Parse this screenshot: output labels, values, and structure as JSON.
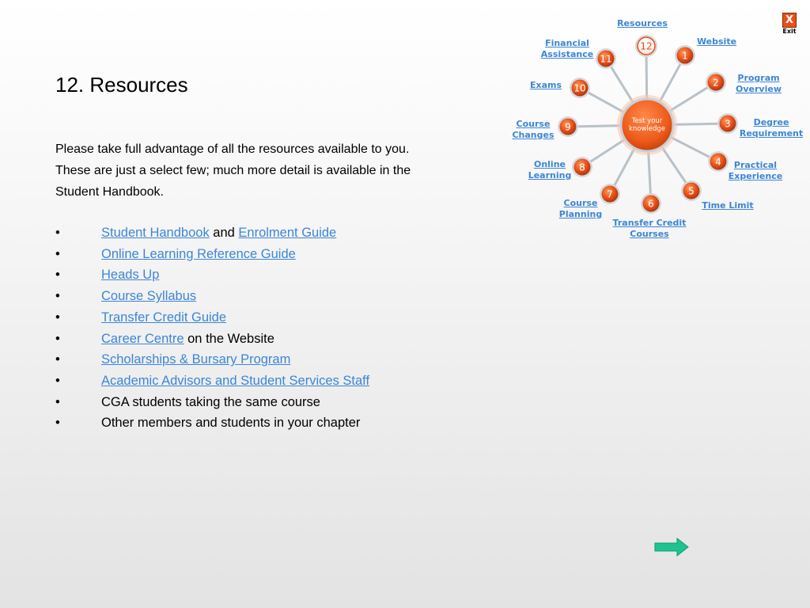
{
  "slide": {
    "title": "12. Resources",
    "intro_lines": [
      "Please take full advantage of all the resources available to you.",
      "These are just a select few; much more detail is available in the",
      "Student Handbook."
    ]
  },
  "bullets": [
    {
      "marker": "•",
      "parts": [
        {
          "text": "Student Handbook",
          "link": true
        },
        {
          "text": " and ",
          "link": false
        },
        {
          "text": "Enrolment Guide",
          "link": true
        }
      ]
    },
    {
      "marker": "•",
      "parts": [
        {
          "text": "Online Learning Reference Guide",
          "link": true
        }
      ]
    },
    {
      "marker": "•",
      "parts": [
        {
          "text": "Heads Up",
          "link": true
        }
      ]
    },
    {
      "marker": "•",
      "parts": [
        {
          "text": "Course Syllabus",
          "link": true
        }
      ]
    },
    {
      "marker": "•",
      "parts": [
        {
          "text": "Transfer Credit Guide",
          "link": true
        }
      ]
    },
    {
      "marker": "•",
      "parts": [
        {
          "text": "Career Centre",
          "link": true
        },
        {
          "text": " on the Website",
          "link": false
        }
      ]
    },
    {
      "marker": "•",
      "parts": [
        {
          "text": "Scholarships & Bursary Program",
          "link": true
        }
      ]
    },
    {
      "marker": "•",
      "parts": [
        {
          "text": "Academic Advisors and Student Services Staff",
          "link": true
        }
      ]
    },
    {
      "marker": "•",
      "parts": [
        {
          "text": "CGA students taking the same course",
          "link": false
        }
      ]
    },
    {
      "marker": "•",
      "parts": [
        {
          "text": "Other members and students in your chapter",
          "link": false
        }
      ]
    }
  ],
  "hub": {
    "center_text": [
      "Test your",
      "knowledge"
    ],
    "nodes": [
      {
        "number": "1",
        "label": [
          "Website"
        ],
        "active": false
      },
      {
        "number": "2",
        "label": [
          "Program",
          "Overview"
        ],
        "active": false
      },
      {
        "number": "3",
        "label": [
          "Degree",
          "Requirement"
        ],
        "active": false
      },
      {
        "number": "4",
        "label": [
          "Practical",
          "Experience"
        ],
        "active": false
      },
      {
        "number": "5",
        "label": [
          "Time Limit"
        ],
        "active": false
      },
      {
        "number": "6",
        "label": [
          "Transfer Credit",
          "Courses"
        ],
        "active": false
      },
      {
        "number": "7",
        "label": [
          "Course",
          "Planning"
        ],
        "active": false
      },
      {
        "number": "8",
        "label": [
          "Online",
          "Learning"
        ],
        "active": false
      },
      {
        "number": "9",
        "label": [
          "Course",
          "Changes"
        ],
        "active": false
      },
      {
        "number": "10",
        "label": [
          "Exams"
        ],
        "active": false
      },
      {
        "number": "11",
        "label": [
          "Financial",
          "Assistance"
        ],
        "active": false
      },
      {
        "number": "12",
        "label": [
          "Resources"
        ],
        "active": true
      }
    ]
  },
  "exit": {
    "glyph": "X",
    "label": "Exit"
  },
  "nav": {
    "next_icon": "right-arrow-icon"
  },
  "colors": {
    "link": "#3d86d6",
    "node_orange": "#e8501a",
    "center_orange": "#f0621d",
    "arrow_green": "#1ec48f"
  }
}
